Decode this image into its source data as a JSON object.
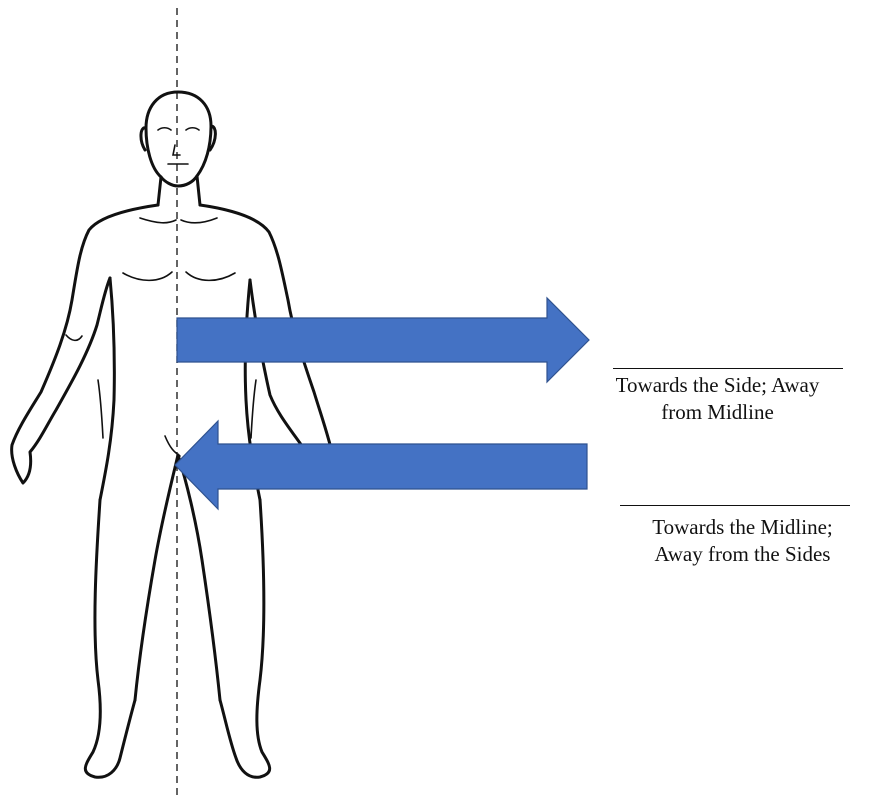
{
  "figure": {
    "arrow_color": "#4472C4",
    "outline_color": "#111111",
    "icons": {
      "figure": "human-body-outline",
      "midline": "dashed-vertical-midline",
      "arrow_out": "arrow-right",
      "arrow_in": "arrow-left"
    }
  },
  "labels": {
    "lateral": {
      "line1": "Towards the Side; Away",
      "line2": "from Midline"
    },
    "medial": {
      "line1": "Towards the Midline;",
      "line2": "Away from the Sides"
    }
  }
}
